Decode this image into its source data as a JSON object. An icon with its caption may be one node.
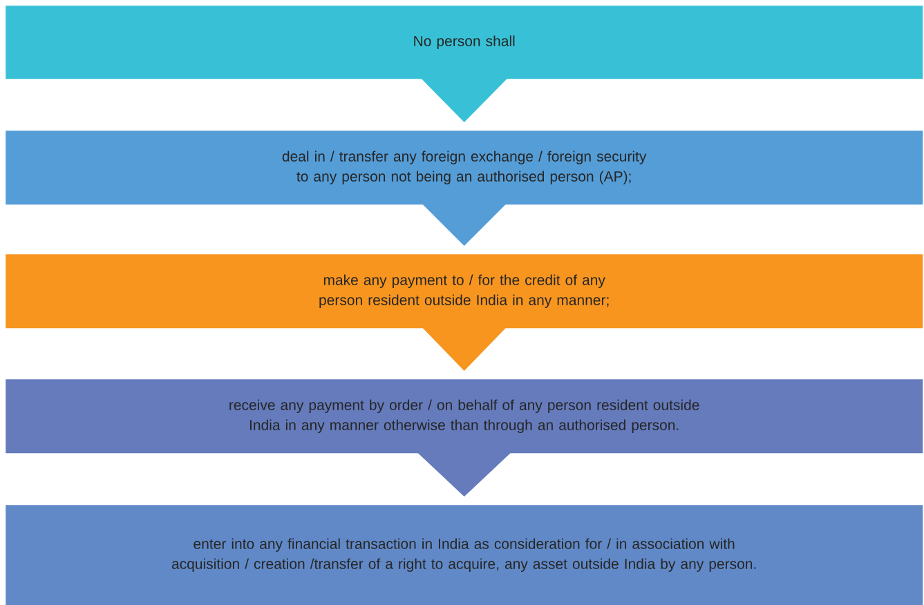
{
  "diagram": {
    "nodes": [
      {
        "text": [
          "No person shall"
        ]
      },
      {
        "text": [
          "deal in / transfer any foreign exchange / foreign security to any person not being an authorised person (AP);"
        ]
      },
      {
        "text": [
          "make any payment to / for the credit of any person resident outside India in any manner;"
        ]
      },
      {
        "text": [
          "receive any payment by order / on behalf of any person resident outside India in any manner otherwise than through an authorised person."
        ]
      },
      {
        "text": [
          "enter into any financial transaction in India as consideration for / in association with acquisition / creation /transfer of a right to acquire, any asset outside India by any person."
        ]
      }
    ],
    "edges": [
      {
        "from": 0,
        "to": 1,
        "arrow": "to",
        "color": "#38c1d6"
      },
      {
        "from": 1,
        "to": 2,
        "arrow": "to",
        "color": "#559dd7"
      },
      {
        "from": 2,
        "to": 3,
        "arrow": "to",
        "color": "#f7951f"
      },
      {
        "from": 3,
        "to": 4,
        "arrow": "to",
        "color": "#657bbc"
      }
    ]
  }
}
